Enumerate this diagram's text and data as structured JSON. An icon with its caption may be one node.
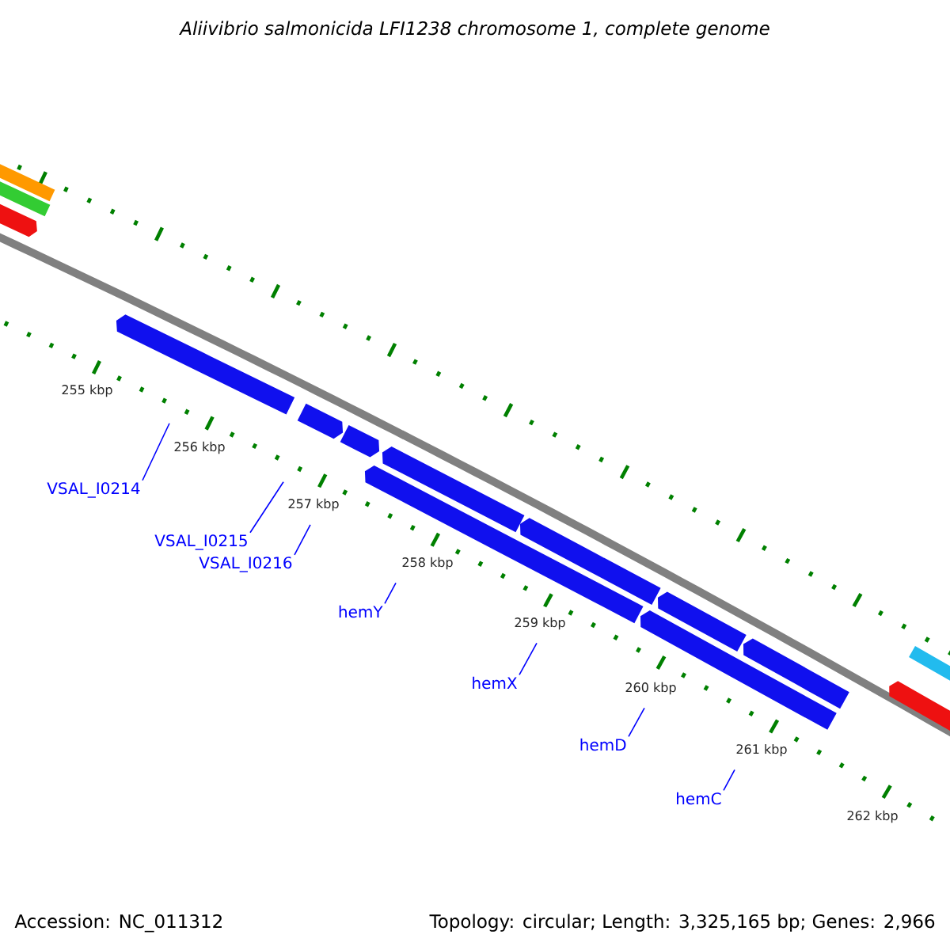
{
  "diagram": {
    "title": "Aliivibrio salmonicida LFI1238 chromosome 1, complete genome",
    "nodes": [
      {
        "text": [],
        "shape": "bar"
      },
      {
        "text": [],
        "shape": "bar"
      },
      {
        "text": [],
        "shape": "bar"
      },
      {
        "text": [],
        "shape": "bar"
      },
      {
        "text": [],
        "shape": "bar"
      },
      {
        "text": [],
        "shape": "bar"
      },
      {
        "text": [],
        "shape": "bar"
      },
      {
        "text": [],
        "shape": "bar"
      },
      {
        "text": [],
        "shape": "bar"
      },
      {
        "text": [],
        "shape": "bar"
      },
      {
        "text": [],
        "shape": "bar"
      },
      {
        "text": [],
        "shape": "bar"
      },
      {
        "text": [],
        "shape": "bar"
      },
      {
        "text": [],
        "shape": "bar"
      },
      {
        "text": [
          "VSAL_I0214"
        ]
      },
      {
        "text": [
          "VSAL_I0215"
        ]
      },
      {
        "text": [
          "VSAL_I0216"
        ]
      },
      {
        "text": [
          "hemY"
        ]
      },
      {
        "text": [
          "hemX"
        ]
      },
      {
        "text": [
          "hemD"
        ]
      },
      {
        "text": [
          "hemC"
        ]
      }
    ],
    "edges": [
      {
        "from": 14,
        "to": null,
        "arrow": "none"
      },
      {
        "from": 15,
        "to": null,
        "arrow": "none"
      },
      {
        "from": 16,
        "to": null,
        "arrow": "none"
      },
      {
        "from": 17,
        "to": null,
        "arrow": "none"
      },
      {
        "from": 18,
        "to": null,
        "arrow": "none"
      },
      {
        "from": 19,
        "to": null,
        "arrow": "none"
      },
      {
        "from": 20,
        "to": null,
        "arrow": "none"
      }
    ],
    "labels": [
      "255 kbp",
      "256 kbp",
      "257 kbp",
      "258 kbp",
      "259 kbp",
      "260 kbp",
      "261 kbp",
      "262 kbp",
      "Accession: NC_011312",
      "Topology: circular; Length: 3,325,165 bp; Genes: 2,966"
    ]
  }
}
